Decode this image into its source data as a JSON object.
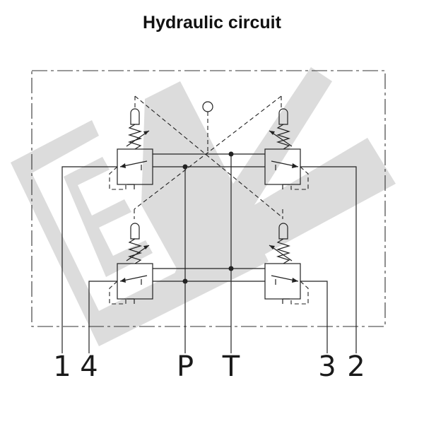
{
  "title": "Hydraulic circuit",
  "ports": {
    "p1": "1",
    "p4": "4",
    "pP": "P",
    "pT": "T",
    "p3": "3",
    "p2": "2"
  },
  "colors": {
    "line": "#222222",
    "watermark": "#dcdcdc",
    "background": "#ffffff"
  }
}
